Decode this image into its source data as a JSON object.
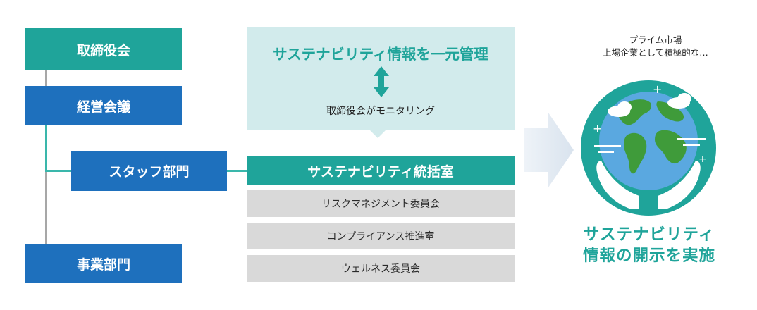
{
  "org": {
    "board": "取締役会",
    "management_meeting": "経営会議",
    "staff_dept": "スタッフ部門",
    "business_dept": "事業部門"
  },
  "central": {
    "title": "サステナビリティ情報を一元管理",
    "monitor_text": "取締役会がモニタリング",
    "office": "サステナビリティ統括室",
    "committees": [
      "リスクマネジメント委員会",
      "コンプライアンス推進室",
      "ウェルネス委員会"
    ]
  },
  "result": {
    "caption_line1": "プライム市場",
    "caption_line2": "上場企業として積極的な…",
    "title_line1": "サステナビリティ",
    "title_line2": "情報の開示を実施"
  },
  "colors": {
    "teal": "#1fa49a",
    "blue": "#1e70bd",
    "light_teal": "#d2ebec",
    "gray": "#d9d9d9"
  },
  "icons": [
    "double-arrow-icon",
    "right-arrow-icon",
    "globe-hands-icon"
  ]
}
